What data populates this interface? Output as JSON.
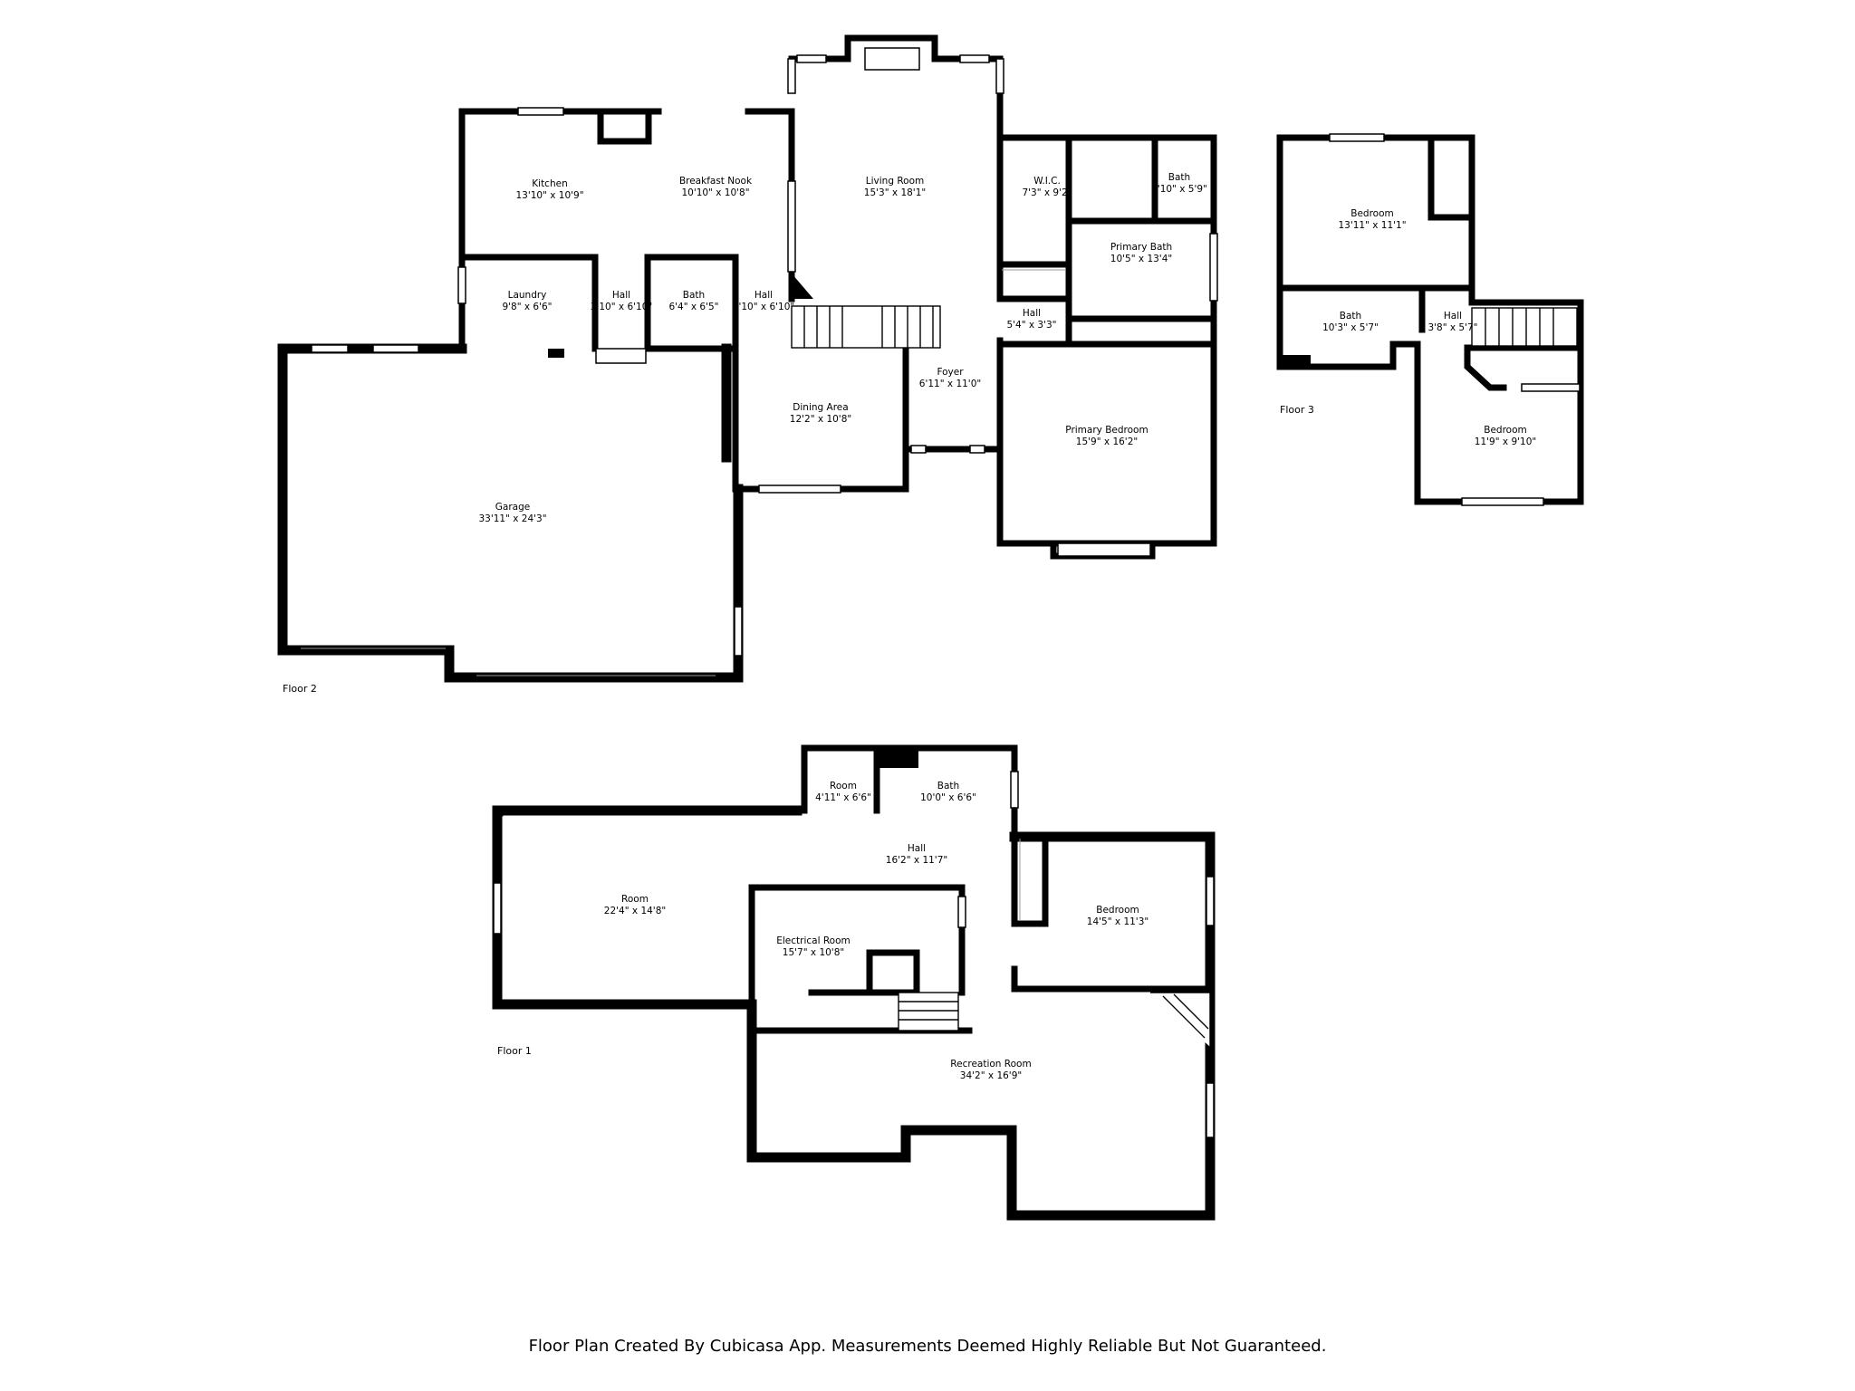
{
  "floors": [
    {
      "label": "Floor 2"
    },
    {
      "label": "Floor 3"
    },
    {
      "label": "Floor 1"
    }
  ],
  "rooms": [
    {
      "name": "Kitchen",
      "dim": "13'10\" x 10'9\""
    },
    {
      "name": "Breakfast Nook",
      "dim": "10'10\" x 10'8\""
    },
    {
      "name": "Living Room",
      "dim": "15'3\" x 18'1\""
    },
    {
      "name": "W.I.C.",
      "dim": "7'3\" x 9'2\""
    },
    {
      "name": "Bath",
      "dim": "3'10\" x 5'9\""
    },
    {
      "name": "Primary Bath",
      "dim": "10'5\" x 13'4\""
    },
    {
      "name": "Laundry",
      "dim": "9'8\" x 6'6\""
    },
    {
      "name": "Hall",
      "dim": "3'10\" x 6'10\""
    },
    {
      "name": "Bath",
      "dim": "6'4\" x 6'5\""
    },
    {
      "name": "Hall",
      "dim": "3'10\" x 6'10\""
    },
    {
      "name": "Hall",
      "dim": "5'4\" x 3'3\""
    },
    {
      "name": "Foyer",
      "dim": "6'11\" x 11'0\""
    },
    {
      "name": "Dining Area",
      "dim": "12'2\" x 10'8\""
    },
    {
      "name": "Primary Bedroom",
      "dim": "15'9\" x 16'2\""
    },
    {
      "name": "Garage",
      "dim": "33'11\" x 24'3\""
    },
    {
      "name": "Bedroom",
      "dim": "13'11\" x 11'1\""
    },
    {
      "name": "Bath",
      "dim": "10'3\" x 5'7\""
    },
    {
      "name": "Hall",
      "dim": "3'8\" x 5'7\""
    },
    {
      "name": "Bedroom",
      "dim": "11'9\" x 9'10\""
    },
    {
      "name": "Room",
      "dim": "4'11\" x 6'6\""
    },
    {
      "name": "Bath",
      "dim": "10'0\" x 6'6\""
    },
    {
      "name": "Hall",
      "dim": "16'2\" x 11'7\""
    },
    {
      "name": "Room",
      "dim": "22'4\" x 14'8\""
    },
    {
      "name": "Electrical Room",
      "dim": "15'7\" x 10'8\""
    },
    {
      "name": "Bedroom",
      "dim": "14'5\" x 11'3\""
    },
    {
      "name": "Recreation Room",
      "dim": "34'2\" x 16'9\""
    }
  ],
  "footer": "Floor Plan Created By Cubicasa App. Measurements Deemed Highly Reliable But Not Guaranteed."
}
